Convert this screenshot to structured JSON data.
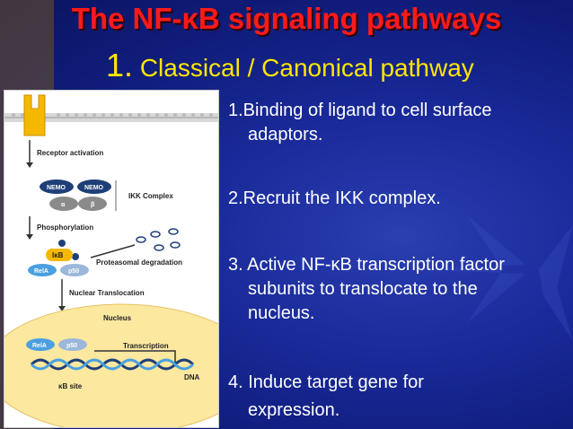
{
  "title": "The NF-κB signaling pathways",
  "subtitle": {
    "number": "1.",
    "text": "Classical / Canonical pathway"
  },
  "diagram": {
    "receptor_activation": "Receptor activation",
    "nemo1": "NEMO",
    "nemo2": "NEMO",
    "alpha": "α",
    "beta": "β",
    "ikk_complex": "IKK Complex",
    "phosphorylation": "Phosphorylation",
    "ikb": "IκB",
    "rela": "RelA",
    "p50": "p50",
    "proteasomal": "Proteasomal degradation",
    "nuclear_translocation": "Nuclear Translocation",
    "nucleus": "Nucleus",
    "rela2": "RelA",
    "p50_2": "p50",
    "transcription": "Transcription",
    "dna": "DNA",
    "kb_site": "κB site"
  },
  "bullets": [
    {
      "line1": "1.Binding of ligand to cell surface",
      "line2": "adaptors."
    },
    {
      "line1": "2.Recruit the IKK complex."
    },
    {
      "line1": "3. Active NF-κB transcription factor",
      "line2": "subunits to translocate to the",
      "line3": "nucleus."
    },
    {
      "line1": "4. Induce target gene for",
      "line2": "expression."
    }
  ]
}
